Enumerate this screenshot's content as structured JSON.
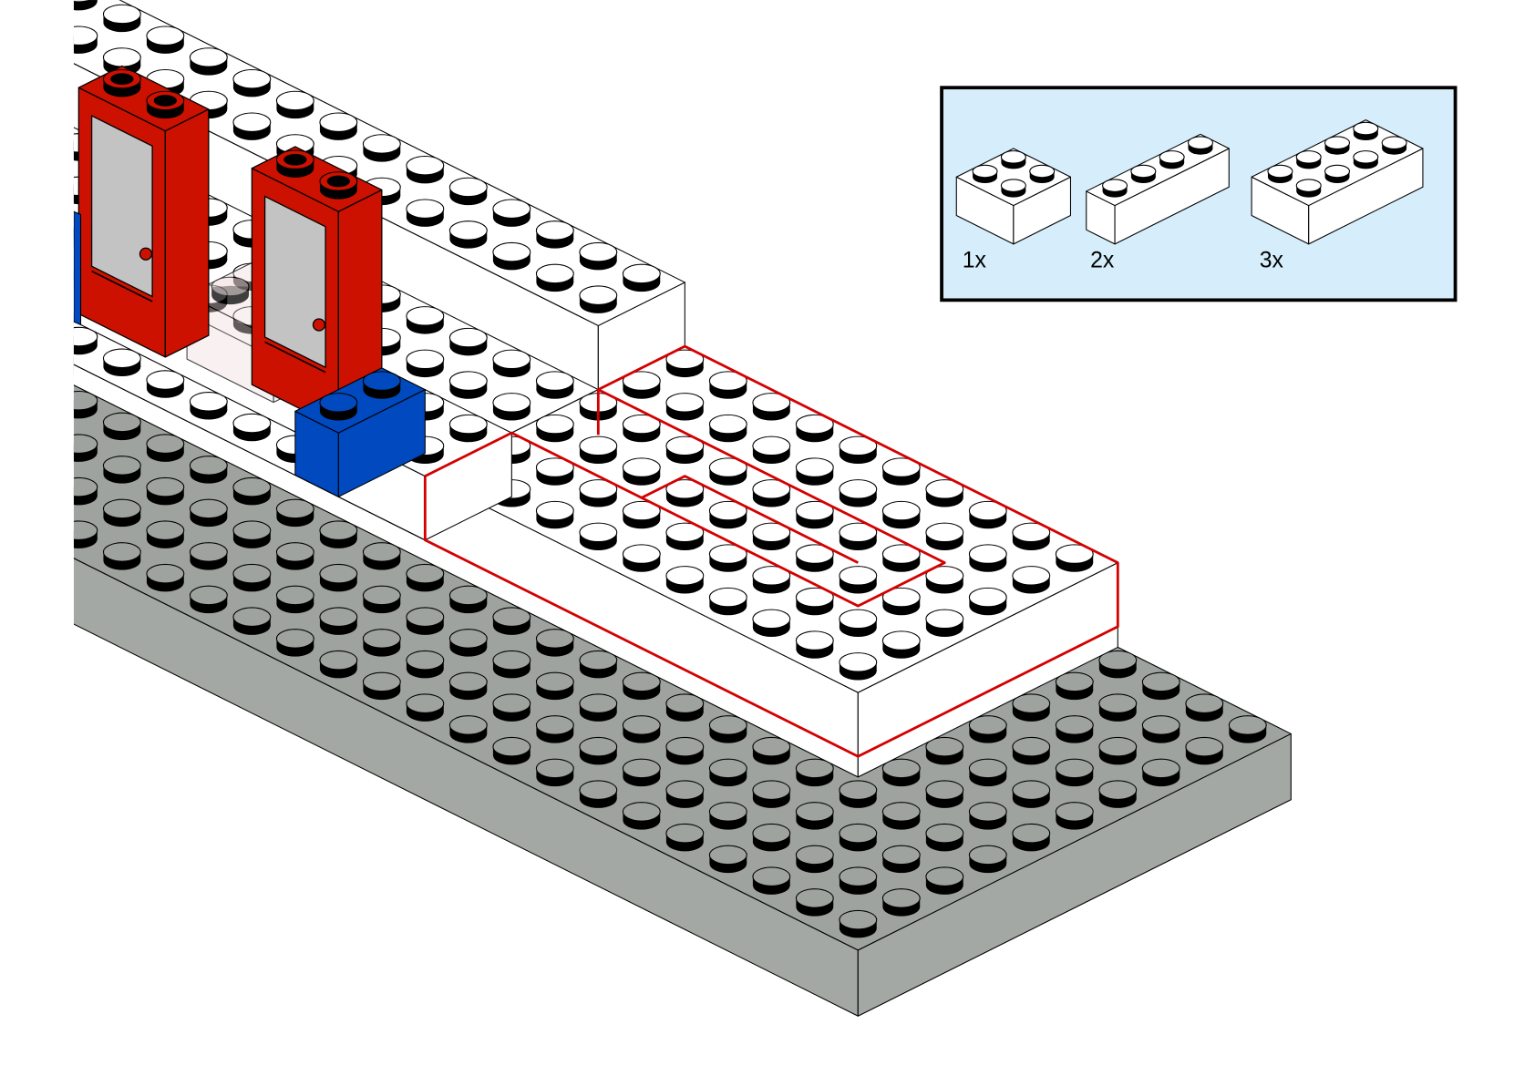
{
  "parts_callout": {
    "items": [
      {
        "qty": "1x",
        "studs": [
          2,
          2
        ]
      },
      {
        "qty": "2x",
        "studs": [
          1,
          4
        ]
      },
      {
        "qty": "3x",
        "studs": [
          2,
          4
        ]
      }
    ]
  },
  "colors": {
    "background": "#ffffff",
    "callout_fill": "#d6eefb",
    "callout_border": "#000000",
    "baseplate_top": "#9ea39f",
    "baseplate_side": "#a3a8a4",
    "brick_white": "#ffffff",
    "highlight_outline": "#d40000",
    "door_red": "#cc1100",
    "door_window": "#c3c3c3",
    "brick_blue": "#0049be",
    "transparent_brick": "rgba(240,220,220,0.55)",
    "outline": "#000000"
  }
}
